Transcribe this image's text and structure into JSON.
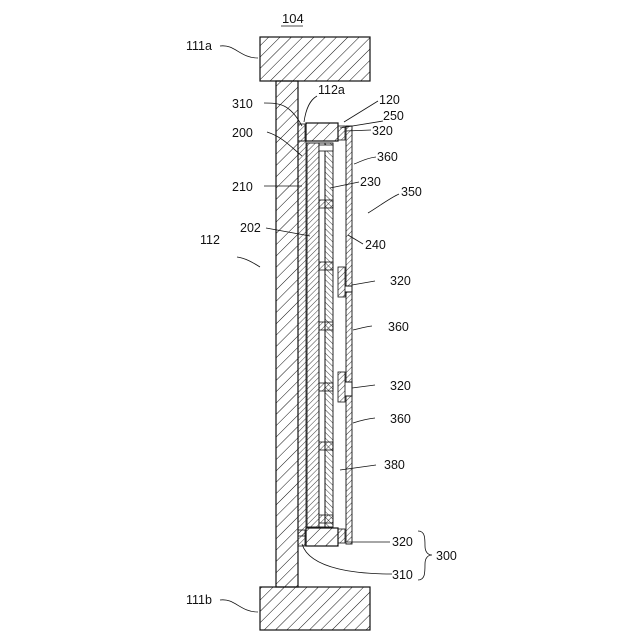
{
  "figure": {
    "title": "104",
    "labels": {
      "top_block": "111a",
      "bottom_block": "111b",
      "mast": "112",
      "mast_top": "112a",
      "bracket_top": "310",
      "bracket_bottom": "310",
      "r120": "120",
      "r250": "250",
      "clip_top": "320",
      "clip_mid1": "320",
      "clip_mid2": "320",
      "clip_bottom": "320",
      "r200": "200",
      "r210": "210",
      "r202": "202",
      "r230": "230",
      "r240": "240",
      "cover_top": "360",
      "cover_mid": "360",
      "cover_low": "360",
      "r350": "350",
      "r380": "380",
      "group": "300"
    }
  }
}
